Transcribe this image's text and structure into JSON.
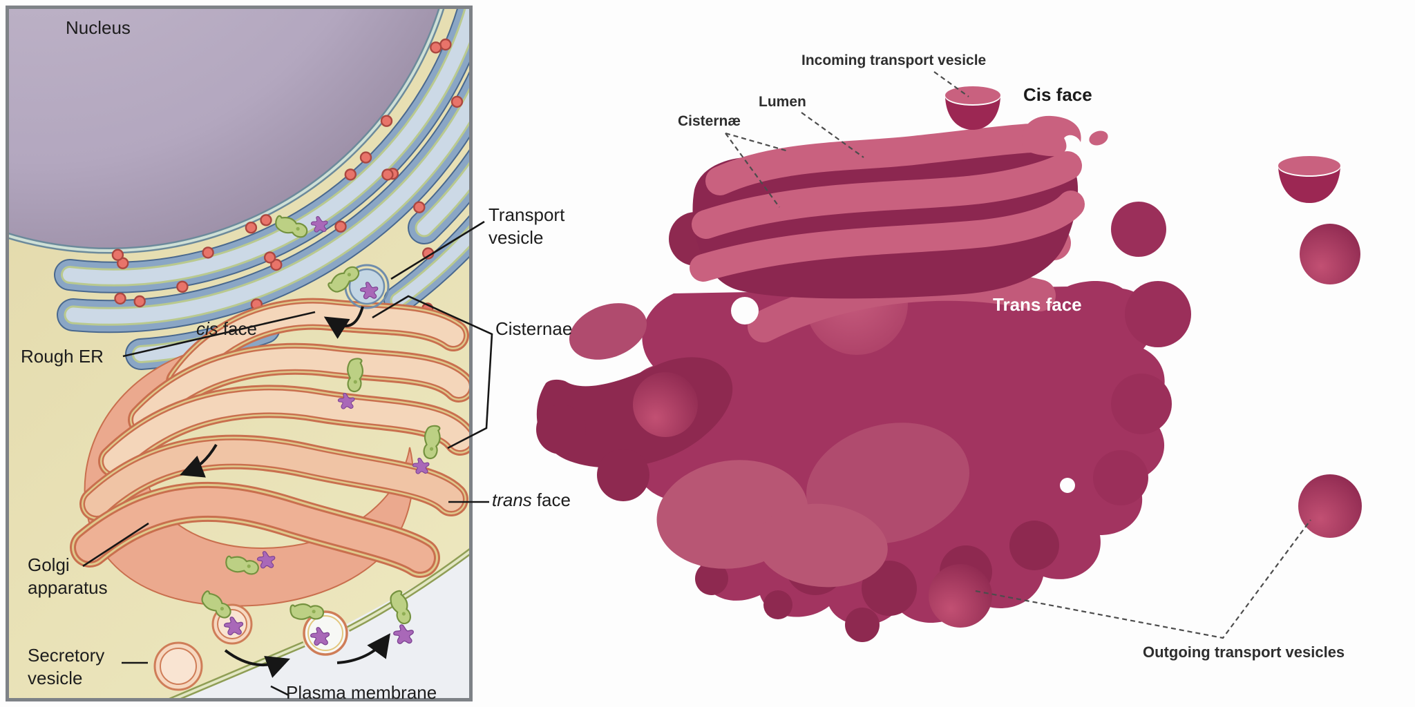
{
  "left_panel": {
    "labels": {
      "nucleus": "Nucleus",
      "rough_er": "Rough ER",
      "cis_word": "cis",
      "face_word": "face",
      "golgi_line1": "Golgi",
      "golgi_line2": "apparatus",
      "secretory_line1": "Secretory",
      "secretory_line2": "vesicle",
      "plasma_membrane": "Plasma membrane",
      "transport_line1": "Transport",
      "transport_line2": "vesicle",
      "cisternae": "Cisternae",
      "trans_word": "trans"
    }
  },
  "right_panel": {
    "labels": {
      "incoming": "Incoming transport vesicle",
      "cis_face": "Cis face",
      "lumen": "Lumen",
      "cisternae": "Cisternæ",
      "trans_face": "Trans face",
      "outgoing": "Outgoing transport vesicles"
    }
  },
  "colors": {
    "cytoplasm": "#e8e1b3",
    "extracellular": "#edeff3",
    "nucleus": "#b3a7bf",
    "er_membrane": "#8aa6c5",
    "er_lumen": "#ccd9e6",
    "ribosome": "#e8746a",
    "golgi_fill": "#f4d6ba",
    "golgi_outline": "#c96f4e",
    "protein_green": "#bcd084",
    "protein_purple": "#a968b8",
    "golgi3d_light": "#c9617f",
    "golgi3d_mid": "#a23460",
    "golgi3d_dark": "#8e2950"
  }
}
